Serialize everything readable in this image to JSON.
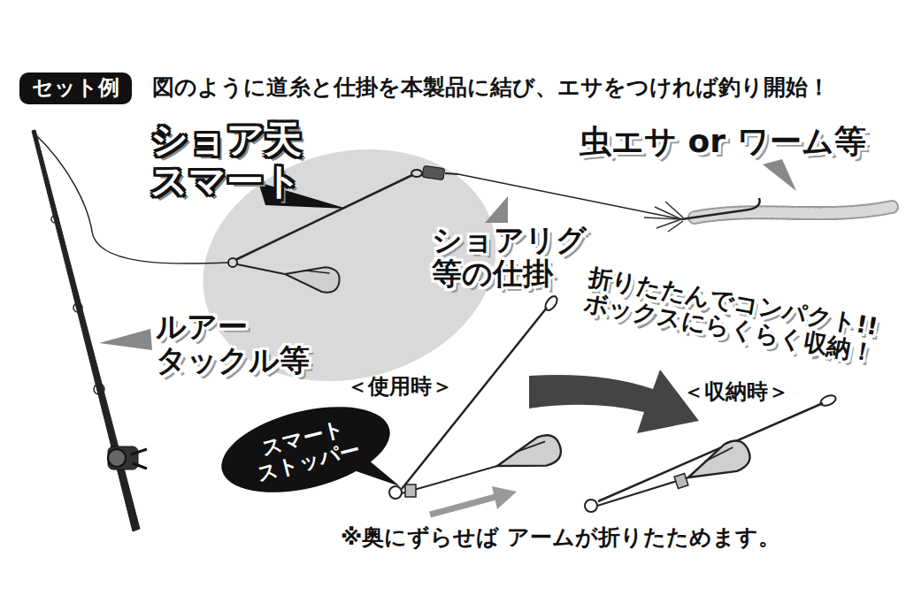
{
  "diagram": {
    "nodes": [
      {
        "text": [
          "セット例"
        ]
      },
      {
        "text": [
          "スマート ストッパー"
        ]
      }
    ],
    "labels": [
      "図のように道糸と仕掛を本製品に結び、エサをつければ釣り開始！",
      "ショア天 スマート",
      "虫エサ or ワーム等",
      "ショアリグ 等の仕掛",
      "折りたたんでコンパクト!! ボックスにらくらく収納！",
      "ルアー タックル等",
      "＜使用時＞",
      "＜収納時＞",
      "※奥にずらせば アームが折りたためます。"
    ]
  }
}
